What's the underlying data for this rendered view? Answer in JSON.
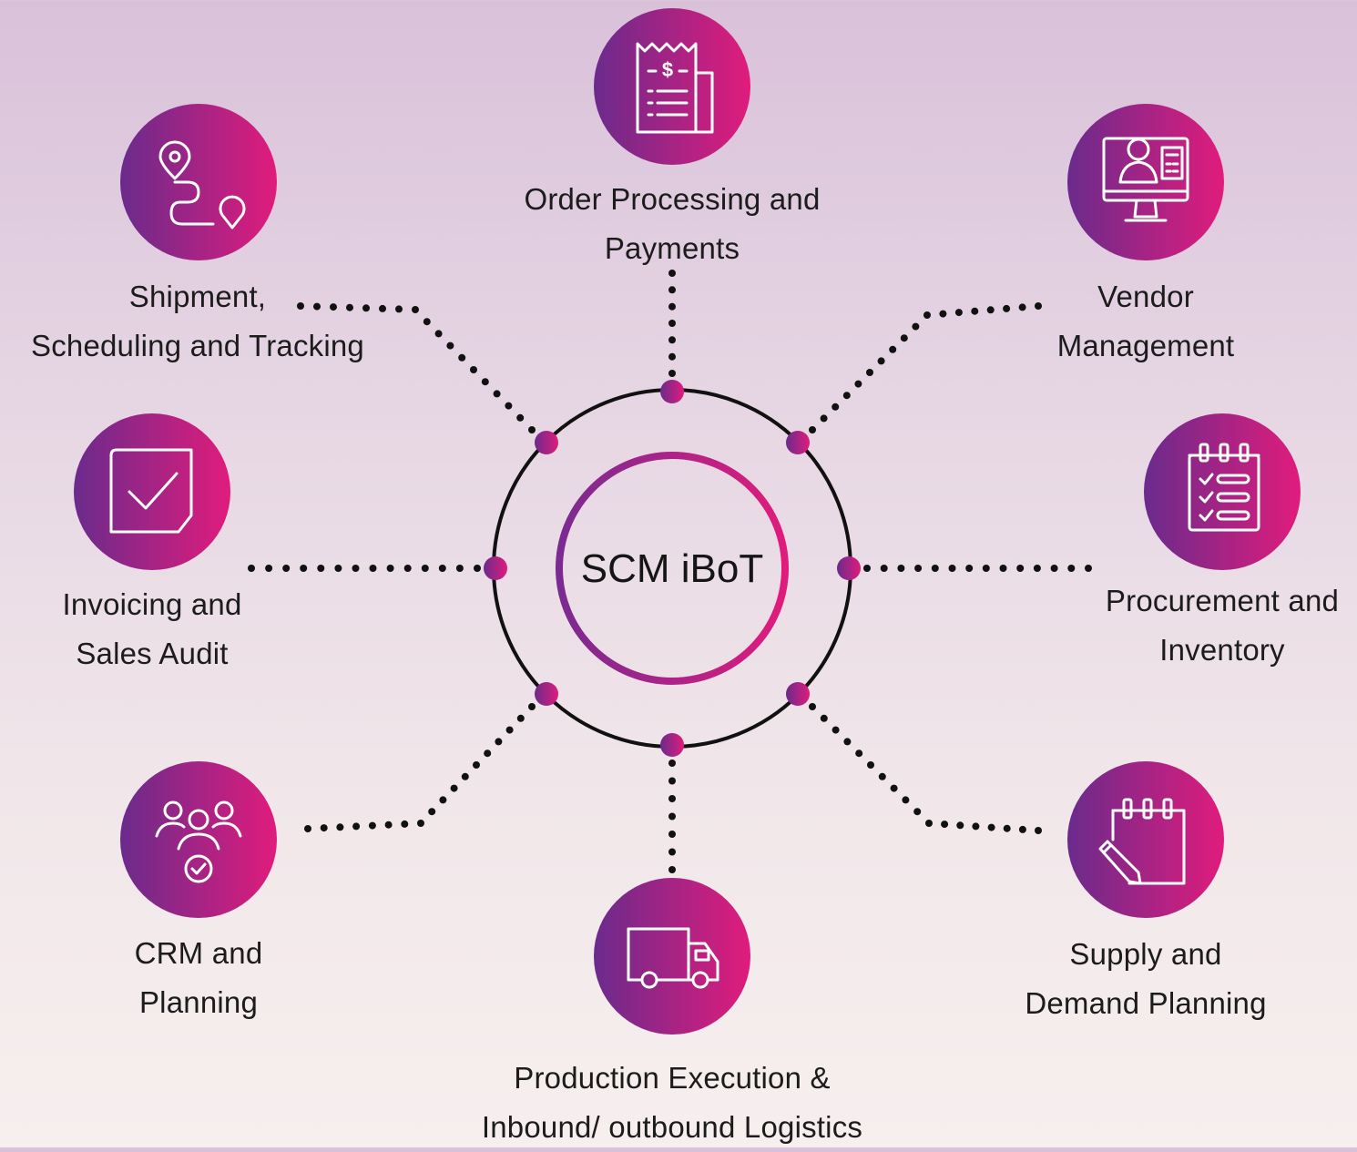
{
  "center": {
    "label": "SCM iBoT"
  },
  "colors": {
    "gradient_start": "#6a2b8c",
    "gradient_end": "#e01c7c",
    "ring": "#111111",
    "dots": "#111111"
  },
  "nodes": [
    {
      "id": "order",
      "icon": "receipt-dollar-icon",
      "label_lines": [
        "Order Processing and",
        "Payments"
      ]
    },
    {
      "id": "vendor",
      "icon": "monitor-user-icon",
      "label_lines": [
        "Vendor",
        "Management"
      ]
    },
    {
      "id": "procurement",
      "icon": "checklist-clipboard-icon",
      "label_lines": [
        "Procurement and",
        "Inventory"
      ]
    },
    {
      "id": "supply",
      "icon": "calendar-pencil-icon",
      "label_lines": [
        "Supply and",
        "Demand Planning"
      ]
    },
    {
      "id": "production",
      "icon": "delivery-truck-icon",
      "label_lines": [
        "Production Execution &",
        "Inbound/ outbound Logistics"
      ]
    },
    {
      "id": "crm",
      "icon": "user-group-check-icon",
      "label_lines": [
        "CRM and",
        "Planning"
      ]
    },
    {
      "id": "invoicing",
      "icon": "check-square-icon",
      "label_lines": [
        "Invoicing and",
        "Sales Audit"
      ]
    },
    {
      "id": "shipment",
      "icon": "route-pin-icon",
      "label_lines": [
        "Shipment,",
        "Scheduling and Tracking"
      ]
    }
  ]
}
